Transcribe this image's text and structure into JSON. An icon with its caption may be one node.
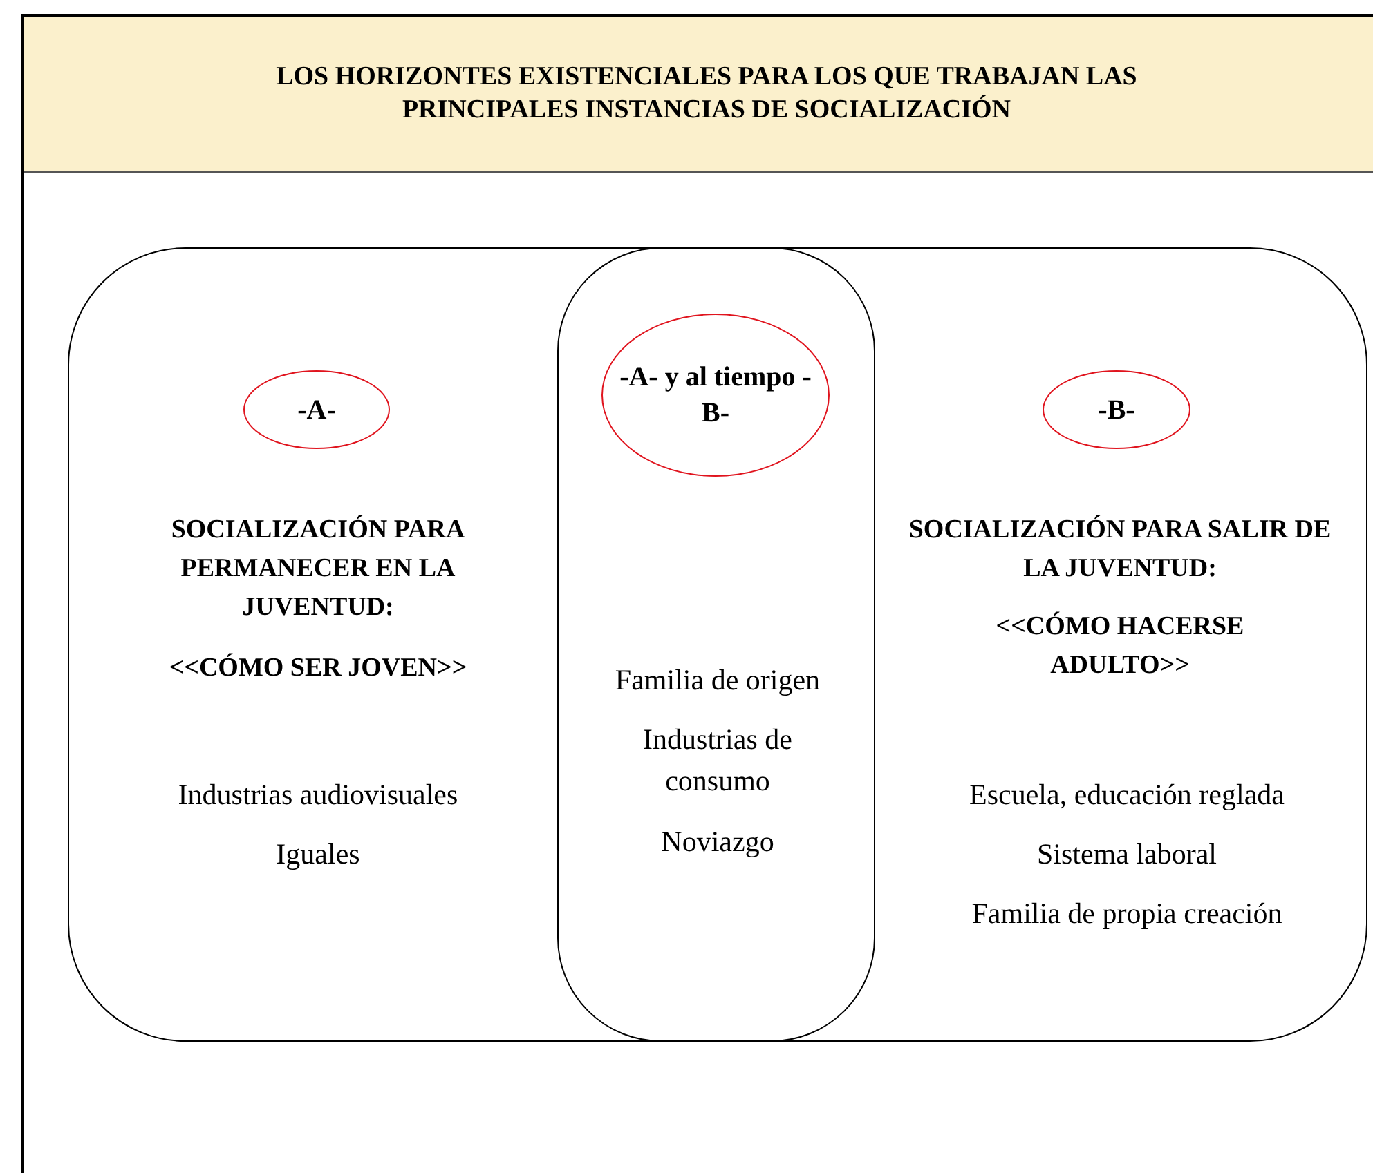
{
  "diagram": {
    "title": "LOS HORIZONTES EXISTENCIALES PARA LOS QUE TRABAJAN LAS PRINCIPALES INSTANCIAS DE SOCIALIZACIÓN",
    "nodes": [
      {
        "text": [
          "SOCIALIZACIÓN PARA PERMANECER EN LA JUVENTUD:",
          "<<CÓMO SER JOVEN>>",
          "Industrias audiovisuales",
          "Iguales",
          "SOCIALIZACIÓN PARA SALIR DE LA JUVENTUD:",
          "<<CÓMO HACERSE ADULTO>>",
          "Escuela, educación reglada",
          "Sistema laboral",
          "Familia de propia creación"
        ]
      },
      {
        "text": [
          "-A-"
        ],
        "in": 0
      },
      {
        "text": [
          "Familia de origen",
          "Industrias de consumo",
          "Noviazgo"
        ],
        "in": 0
      },
      {
        "text": [
          "-A- y al tiempo -B-"
        ],
        "in": 2
      },
      {
        "text": [
          "-B-"
        ],
        "in": 0
      }
    ]
  }
}
